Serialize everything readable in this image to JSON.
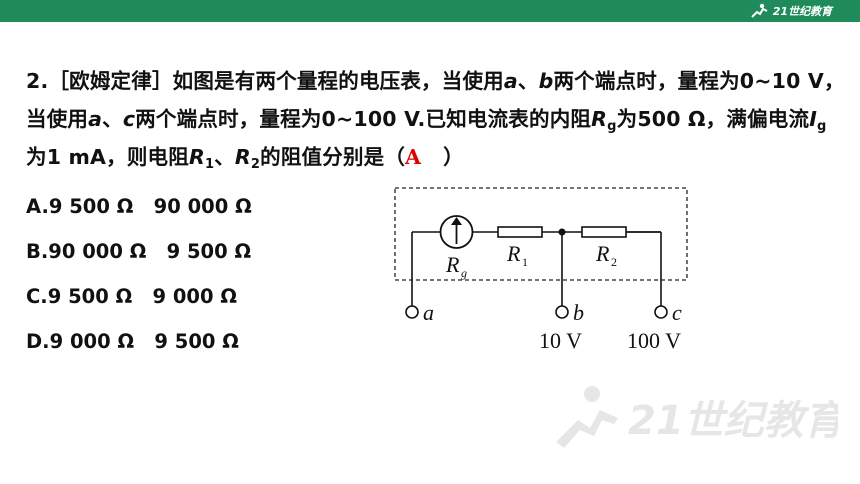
{
  "header": {
    "logo_text": "21世纪教育",
    "accent_color": "#1f8a5a"
  },
  "question": {
    "number": "2.",
    "tag": "［欧姆定律］",
    "t1": "如图是有两个量程的电压表，当使用",
    "a": "a",
    "sep1": "、",
    "b": "b",
    "t2": "两个端点时，量程为0~10 V，当使用",
    "a2": "a",
    "sep2": "、",
    "c": "c",
    "t3": "两个端点时，量程为0~100 V.已知电流表的内阻",
    "rg_R": "R",
    "rg_sub": "g",
    "t4": "为500 Ω，满偏电流",
    "ig_I": "I",
    "ig_sub": "g",
    "t5": "为1 mA，则电阻",
    "r1_R": "R",
    "r1_sub": "1",
    "sep3": "、",
    "r2_R": "R",
    "r2_sub": "2",
    "t6": "的阻值分别是",
    "bracket_open": "（",
    "answer": "A",
    "bracket_close": "）"
  },
  "options": [
    "A.9 500 Ω   90 000 Ω",
    "B.90 000 Ω   9 500 Ω",
    "C.9 500 Ω   9 000 Ω",
    "D.9 000 Ω   9 500 Ω"
  ],
  "circuit": {
    "meter_label": "R",
    "meter_sub": "g",
    "r1_label": "R",
    "r1_sub": "1",
    "r2_label": "R",
    "r2_sub": "2",
    "terminal_a": "a",
    "terminal_b": "b",
    "terminal_c": "c",
    "voltage_b": "10 V",
    "voltage_c": "100 V"
  },
  "watermark": {
    "text": "21世纪教育"
  }
}
